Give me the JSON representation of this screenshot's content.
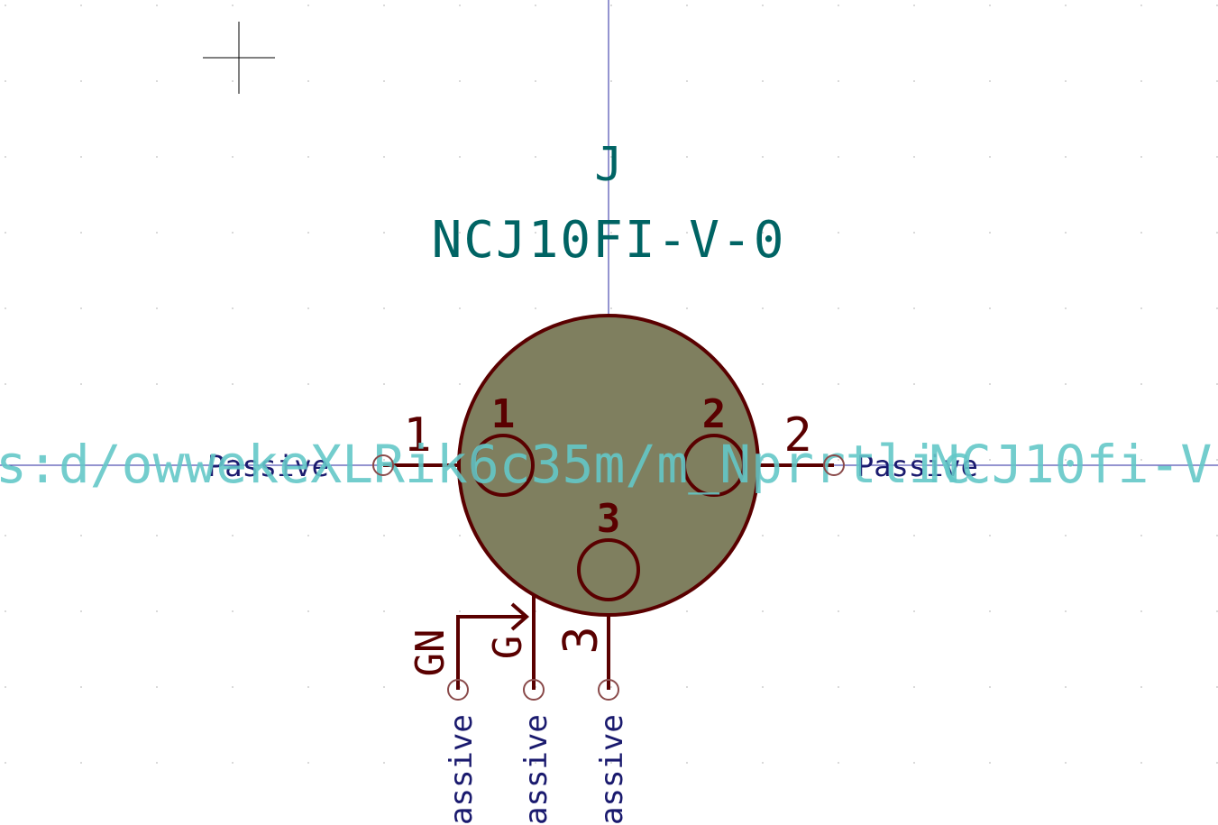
{
  "symbol": {
    "reference": "J",
    "value": "NCJ10FI-V-0",
    "footprint_left_text": "s:d/owwekeXLRik6c35m/m_Nprrtlic",
    "footprint_right_text": "NCJ10fi-V",
    "body_color": "#7f7f5f",
    "line_color": "#5a0000",
    "field_color": "#006464",
    "footprint_color": "#64c8c8",
    "pin_type_color": "#1a1a6e"
  },
  "pins": [
    {
      "number": "1",
      "inner_label": "1",
      "type": "Passive"
    },
    {
      "number": "2",
      "inner_label": "2",
      "type": "Passive"
    },
    {
      "number": "3",
      "inner_label": "3",
      "pin_name": "3",
      "type": "Passive"
    },
    {
      "pin_name": "G",
      "type": "Passive"
    },
    {
      "pin_name": "GN",
      "type": "Passive"
    }
  ],
  "bottom_pin_type_labels": [
    "assive",
    "assive",
    "assive"
  ]
}
